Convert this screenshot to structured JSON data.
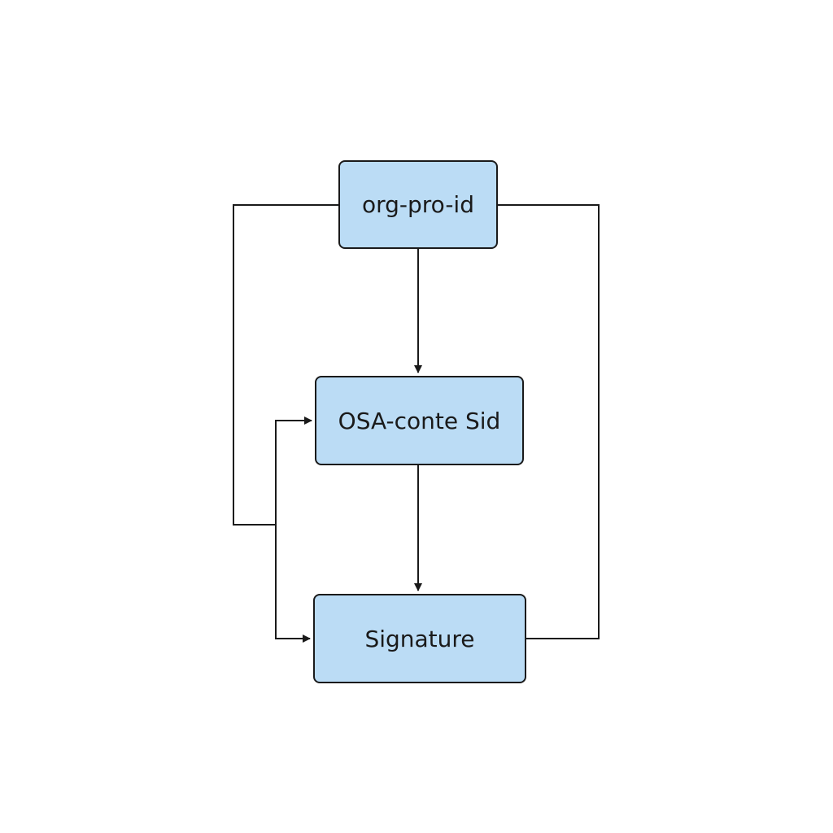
{
  "colors": {
    "node_fill": "#bbdcf5",
    "node_border": "#1a1a1a",
    "line": "#1a1a1a",
    "background": "#ffffff"
  },
  "nodes": {
    "top": {
      "label": "org-pro-id"
    },
    "middle": {
      "label": "OSA-conte Sid"
    },
    "bottom": {
      "label": "Signature"
    }
  },
  "edges": [
    {
      "from": "top",
      "to": "middle"
    },
    {
      "from": "middle",
      "to": "bottom"
    },
    {
      "from": "top",
      "to": "middle"
    },
    {
      "from": "top",
      "to": "bottom"
    },
    {
      "from": "bottom",
      "to": "top"
    }
  ]
}
